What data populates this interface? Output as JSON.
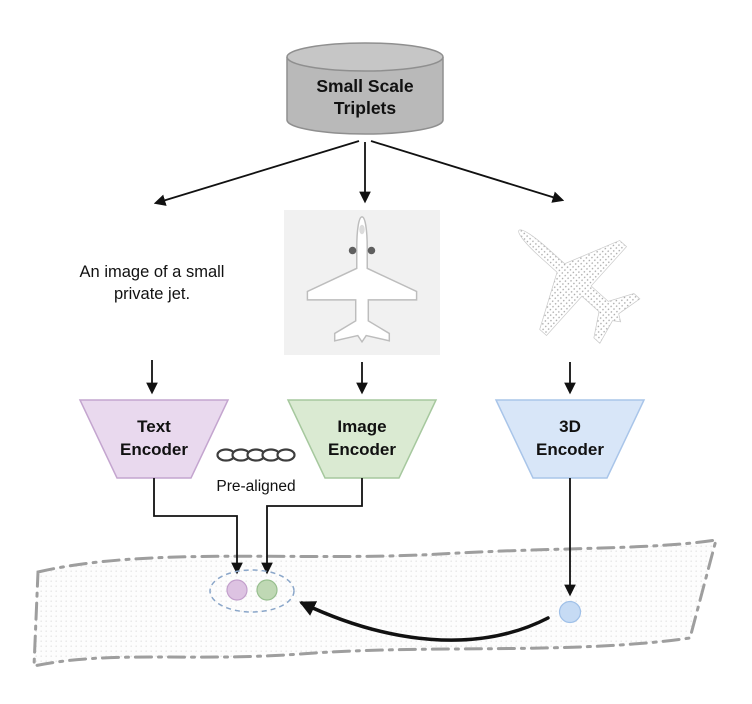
{
  "diagram": {
    "cylinder": {
      "label_line1": "Small Scale",
      "label_line2": "Triplets",
      "body_fill": "#b9b9b9",
      "top_fill": "#c6c6c6"
    },
    "text_modality": {
      "line1": "An image of a small",
      "line2": "private jet."
    },
    "encoders": {
      "text": {
        "line1": "Text",
        "line2": "Encoder",
        "fill": "#e9d9ee"
      },
      "image": {
        "line1": "Image",
        "line2": "Encoder",
        "fill": "#daead2"
      },
      "three_d": {
        "line1": "3D",
        "line2": "Encoder",
        "fill": "#d8e6f8"
      }
    },
    "prealigned": {
      "label": "Pre-aligned"
    },
    "embedding_points": {
      "text_fill": "#ddc3e2",
      "image_fill": "#bfd8b4",
      "shape_fill": "#c6dbf4"
    }
  }
}
